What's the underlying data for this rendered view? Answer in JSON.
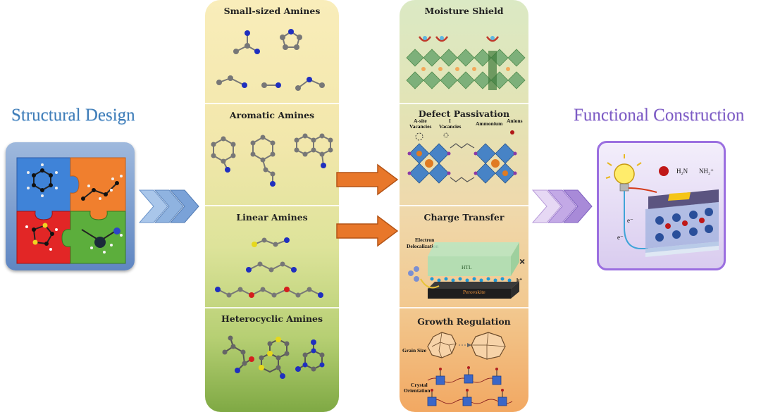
{
  "left": {
    "title": "Structural Design"
  },
  "right": {
    "title": "Functional Construction"
  },
  "amines": {
    "sections": [
      {
        "title": "Small-sized Amines"
      },
      {
        "title": "Aromatic Amines"
      },
      {
        "title": "Linear Amines"
      },
      {
        "title": "Heterocyclic Amines"
      }
    ]
  },
  "functions": {
    "sections": [
      {
        "title": "Moisture Shield"
      },
      {
        "title": "Defect Passivation"
      },
      {
        "title": "Charge Transfer"
      },
      {
        "title": "Growth Regulation"
      }
    ],
    "defect_labels": {
      "a_site": "A-site",
      "vacancies": "Vacancies",
      "i": "I",
      "i_vacancies": "Vacancies",
      "ammonium": "Ammonium",
      "anions": "Anions"
    },
    "charge_labels": {
      "electron": "Electron",
      "delocalization": "Delocalization",
      "htl": "HTL",
      "perovskite": "Perovskite",
      "hplus": "h⁺"
    },
    "growth_labels": {
      "grain_size": "Grain Size",
      "crystal": "Crystal",
      "orientation": "Orientation"
    }
  },
  "device": {
    "formula_left": "H₂N",
    "formula_right": "NH₂⁺",
    "electron_1": "e⁻",
    "electron_2": "e⁻"
  },
  "colors": {
    "blue_title": "#3f7db8",
    "purple_title": "#7c5bc4",
    "arrow_orange": "#e8772a",
    "chevron_blue": "#8fb3e0",
    "chevron_purple": "#a88ad8",
    "nitrogen": "#1f2fbf",
    "carbon": "#6a6a6a"
  }
}
